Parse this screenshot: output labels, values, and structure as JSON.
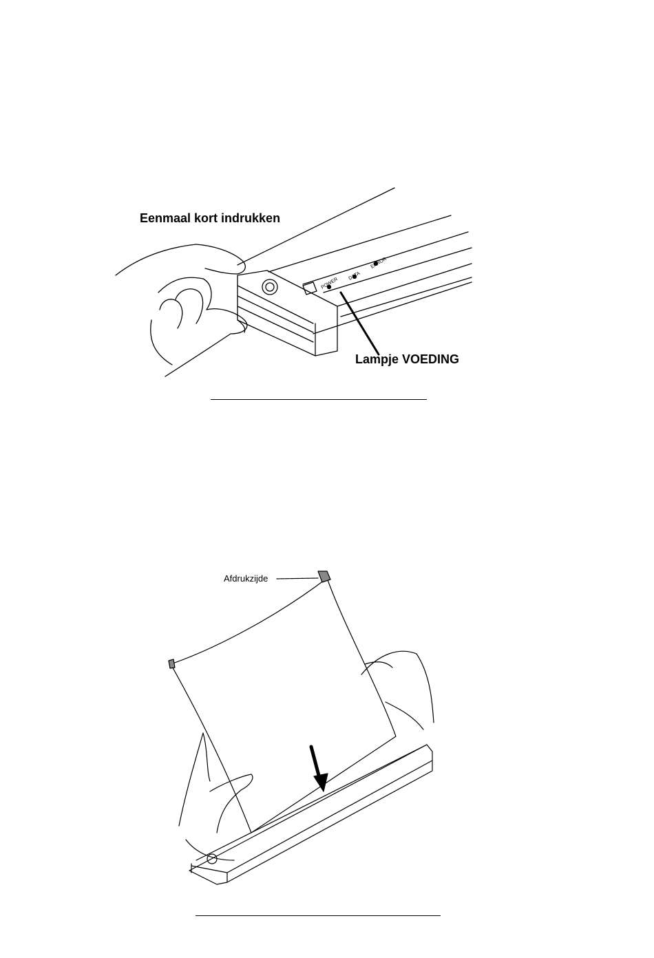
{
  "figure1": {
    "label_press": "Eenmaal kort indrukken",
    "label_power_lamp": "Lampje VOEDING",
    "printer_labels": {
      "power": "POWER",
      "data": "DATA",
      "error": "ERROR"
    }
  },
  "figure2": {
    "label_print_side": "Afdrukzijde"
  }
}
